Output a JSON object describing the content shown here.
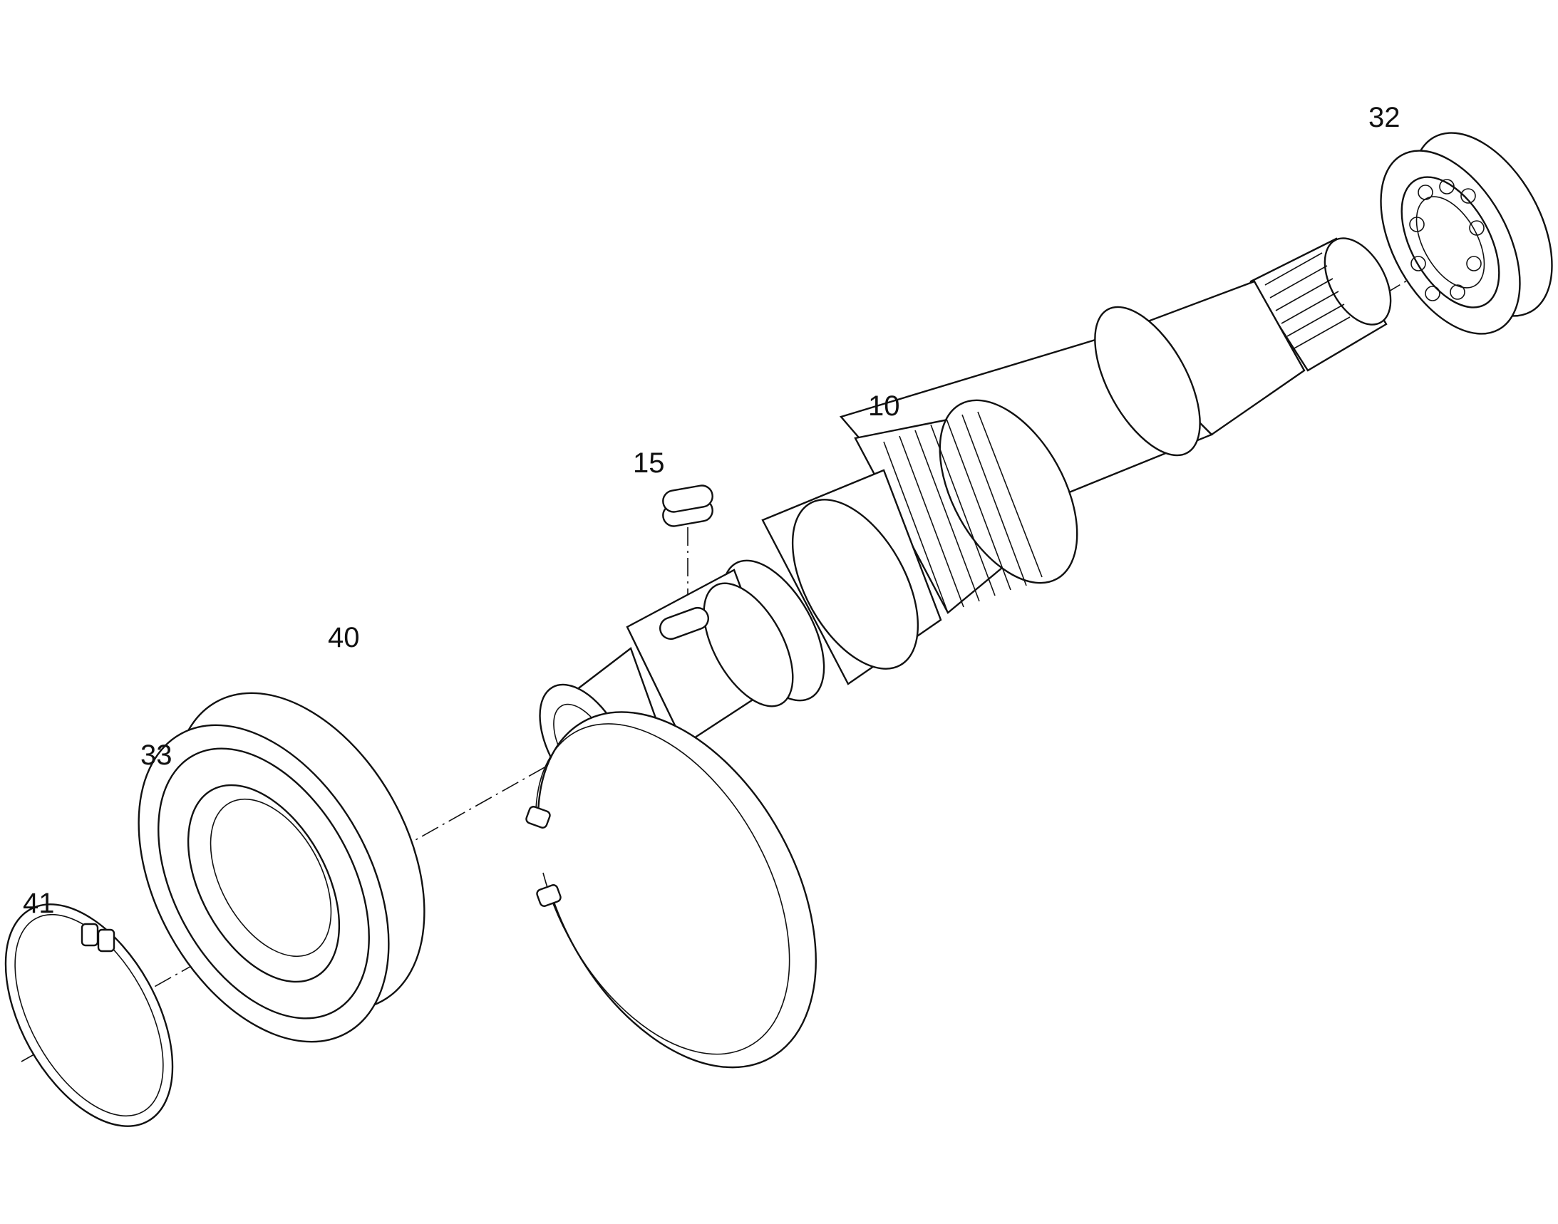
{
  "diagram": {
    "callouts": [
      {
        "id": "32",
        "label": "32"
      },
      {
        "id": "10",
        "label": "10"
      },
      {
        "id": "15",
        "label": "15"
      },
      {
        "id": "40",
        "label": "40"
      },
      {
        "id": "33",
        "label": "33"
      },
      {
        "id": "41",
        "label": "41"
      }
    ],
    "parts": [
      "shaft",
      "roller-bearing",
      "ball-bearing",
      "key",
      "internal-retaining-ring",
      "external-circlip"
    ],
    "colors": {
      "line": "#111111",
      "background": "#ffffff"
    }
  }
}
